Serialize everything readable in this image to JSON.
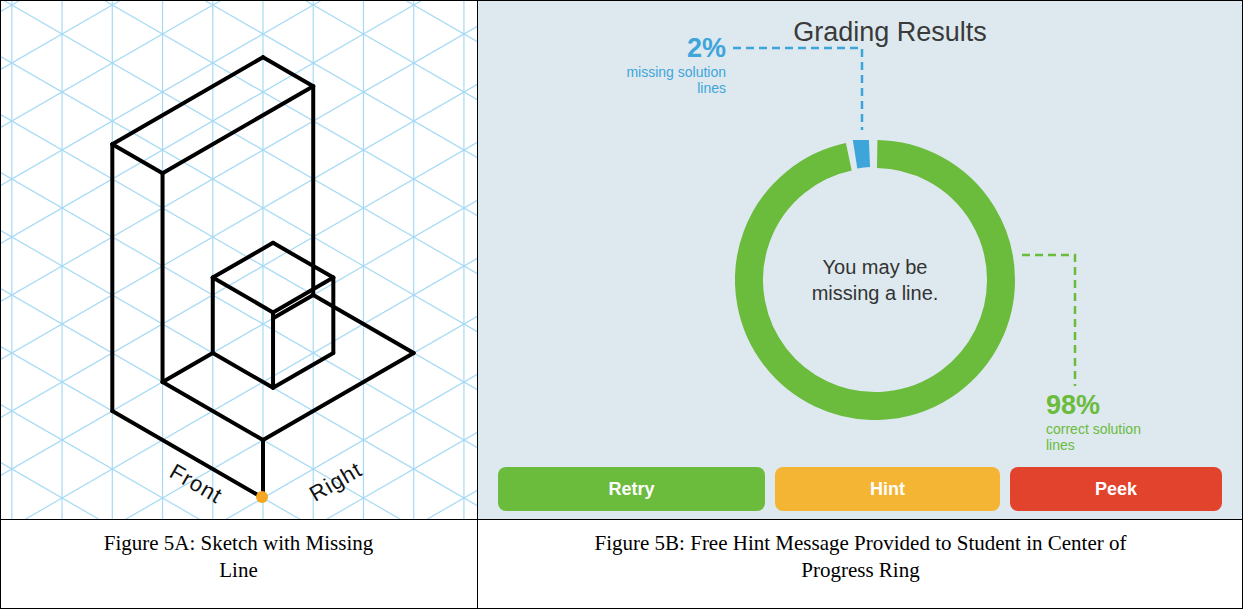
{
  "diagram": {
    "nodes": [
      {
        "text": [
          "Grading Results"
        ]
      },
      {
        "text": [
          "You may be missing a line."
        ],
        "in": 0
      },
      {
        "text": [
          "Retry"
        ],
        "in": 0
      },
      {
        "text": [
          "Hint"
        ],
        "in": 0
      },
      {
        "text": [
          "Peek"
        ],
        "in": 0
      }
    ],
    "labels": [
      "Front",
      "Right",
      "2%",
      "missing solution lines",
      "98%",
      "correct solution lines",
      "Figure 5A: Sketch with Missing Line",
      "Figure 5B: Free Hint Message Provided to Student in Center of Progress Ring"
    ]
  }
}
